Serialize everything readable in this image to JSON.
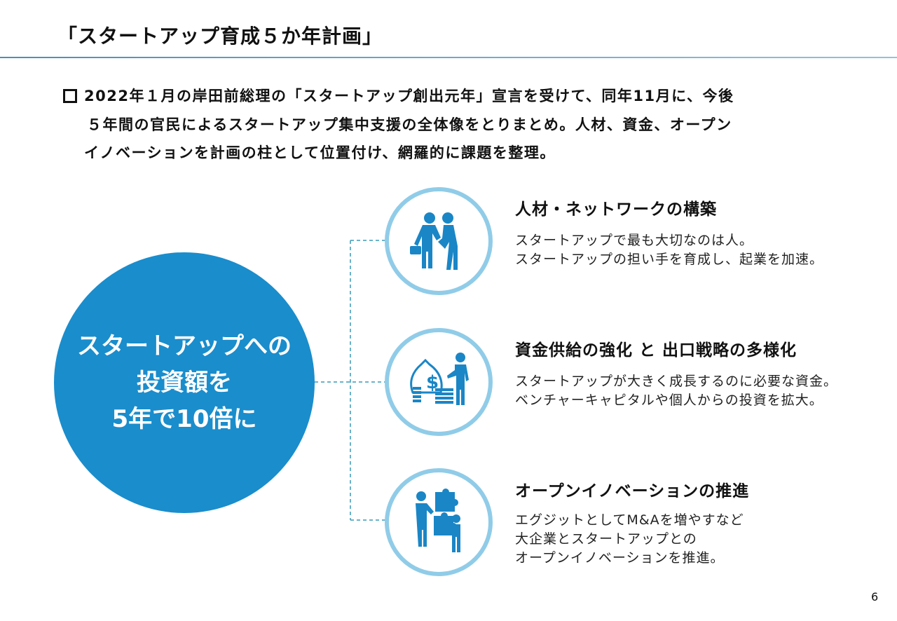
{
  "title": "「スタートアップ育成５か年計画」",
  "bullet_lines": [
    "2022年１月の岸田前総理の「スタートアップ創出元年」宣言を受けて、同年11月に、今後",
    "５年間の官民によるスタートアップ集中支援の全体像をとりまとめ。人材、資金、オープン",
    "イノベーションを計画の柱として位置付け、網羅的に課題を整理。"
  ],
  "goal": {
    "lines": [
      "スタートアップへの",
      "投資額を",
      "5年で10倍に"
    ]
  },
  "pillars": [
    {
      "icon": "handshake-icon",
      "heading": "人材・ネットワークの構築",
      "body": [
        "スタートアップで最も大切なのは人。",
        "スタートアップの担い手を育成し、起業を加速。"
      ]
    },
    {
      "icon": "money-bag-icon",
      "heading": "資金供給の強化 と 出口戦略の多様化",
      "body": [
        "スタートアップが大きく成長するのに必要な資金。",
        "ベンチャーキャピタルや個人からの投資を拡大。"
      ]
    },
    {
      "icon": "puzzle-collaboration-icon",
      "heading": "オープンイノベーションの推進",
      "body": [
        "エグジットとしてM&Aを増やすなど",
        "大企業とスタートアップとの",
        "オープンイノベーションを推進。"
      ]
    }
  ],
  "page_number": "6",
  "colors": {
    "main_circle": "#1a8dcc",
    "ring": "#90cce8",
    "icon": "#1a86c6",
    "connector": "#3a9ab8"
  }
}
